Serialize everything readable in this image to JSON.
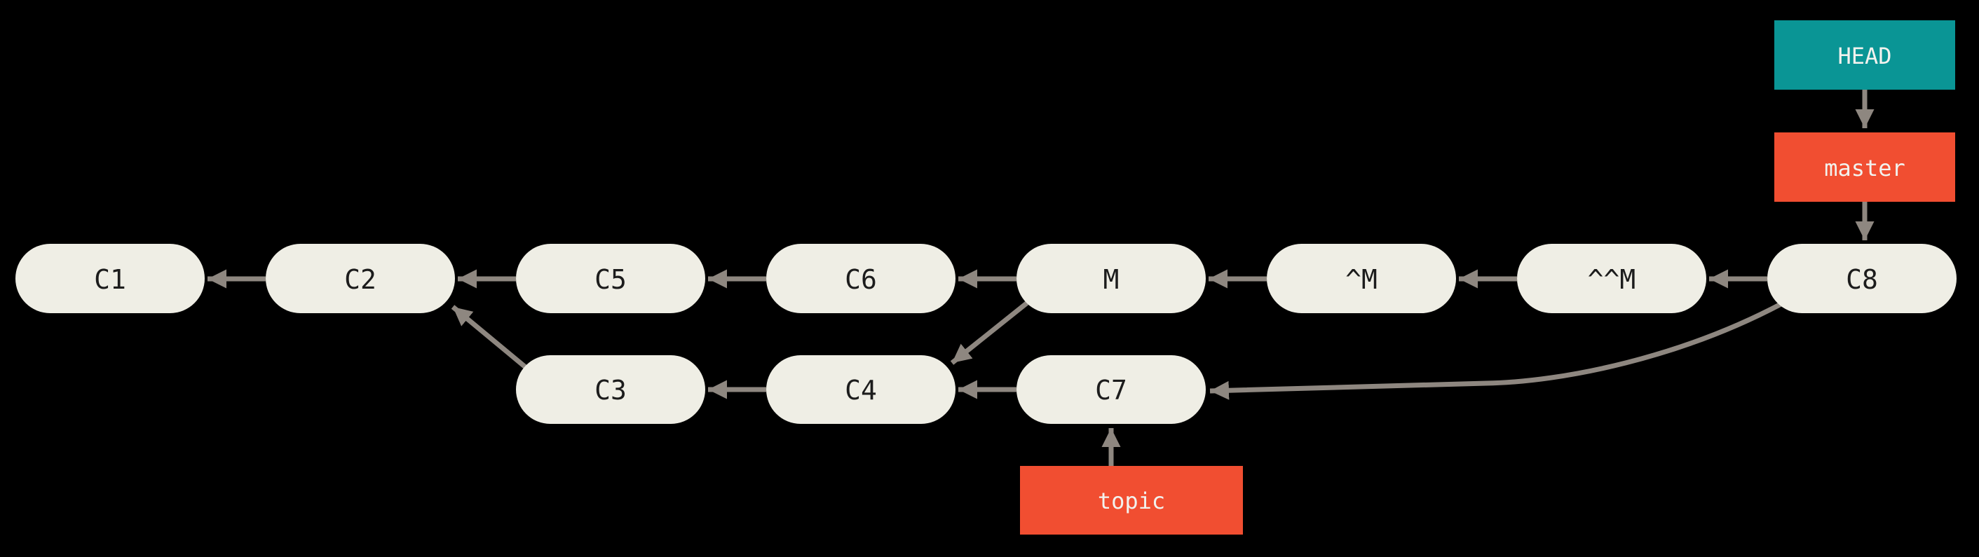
{
  "diagram": {
    "title": "git-commit-history-graph",
    "background": "#000000",
    "colors": {
      "node_fill": "#efeee5",
      "node_text": "#1c1c1c",
      "edge_color": "#8e8780",
      "head_fill": "#0a9595",
      "branch_fill": "#f14e31",
      "ref_text": "#f2f2ee"
    },
    "nodes": [
      {
        "id": "C1",
        "label": "C1",
        "row": "main"
      },
      {
        "id": "C2",
        "label": "C2",
        "row": "main"
      },
      {
        "id": "C5",
        "label": "C5",
        "row": "main"
      },
      {
        "id": "C6",
        "label": "C6",
        "row": "main"
      },
      {
        "id": "M",
        "label": "M",
        "row": "main"
      },
      {
        "id": "^M",
        "label": "^M",
        "row": "main"
      },
      {
        "id": "^^M",
        "label": "^^M",
        "row": "main"
      },
      {
        "id": "C8",
        "label": "C8",
        "row": "main"
      },
      {
        "id": "C3",
        "label": "C3",
        "row": "topic"
      },
      {
        "id": "C4",
        "label": "C4",
        "row": "topic"
      },
      {
        "id": "C7",
        "label": "C7",
        "row": "topic"
      }
    ],
    "refs": [
      {
        "id": "HEAD",
        "label": "HEAD",
        "type": "head",
        "points_to": "master"
      },
      {
        "id": "master",
        "label": "master",
        "type": "branch",
        "points_to": "C8"
      },
      {
        "id": "topic",
        "label": "topic",
        "type": "branch",
        "points_to": "C7"
      }
    ],
    "edges": [
      "C2->C1",
      "C5->C2",
      "C6->C5",
      "M->C6",
      "^M->M",
      "^^M->^M",
      "C8->^^M",
      "C4->C3",
      "C7->C4",
      "C3->C2",
      "M->C4",
      "C8->C7",
      "topic->C7",
      "HEAD->master",
      "master->C8"
    ]
  }
}
